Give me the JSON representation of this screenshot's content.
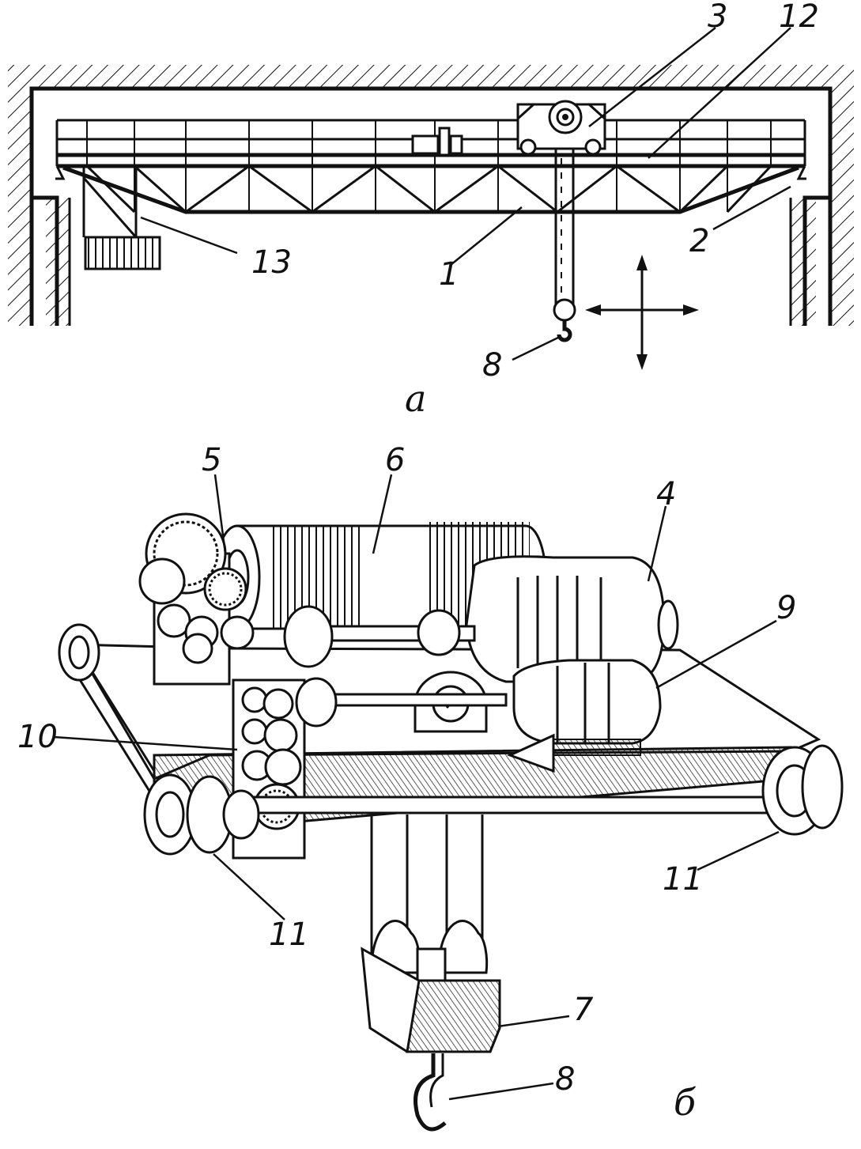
{
  "figure": {
    "part_a": {
      "caption": "a",
      "labels": {
        "bridge": "1",
        "end_beam_wheel": "2",
        "trolley": "3",
        "hook": "8",
        "rail": "12",
        "cabin": "13"
      }
    },
    "part_b": {
      "caption": "б",
      "labels": {
        "hoist_motor": "4",
        "gear_reducer": "5",
        "rope_drum": "6",
        "hook_block": "7",
        "hook": "8",
        "travel_motor": "9",
        "travel_reducer": "10",
        "wheel_left": "11",
        "wheel_right": "11"
      }
    }
  }
}
